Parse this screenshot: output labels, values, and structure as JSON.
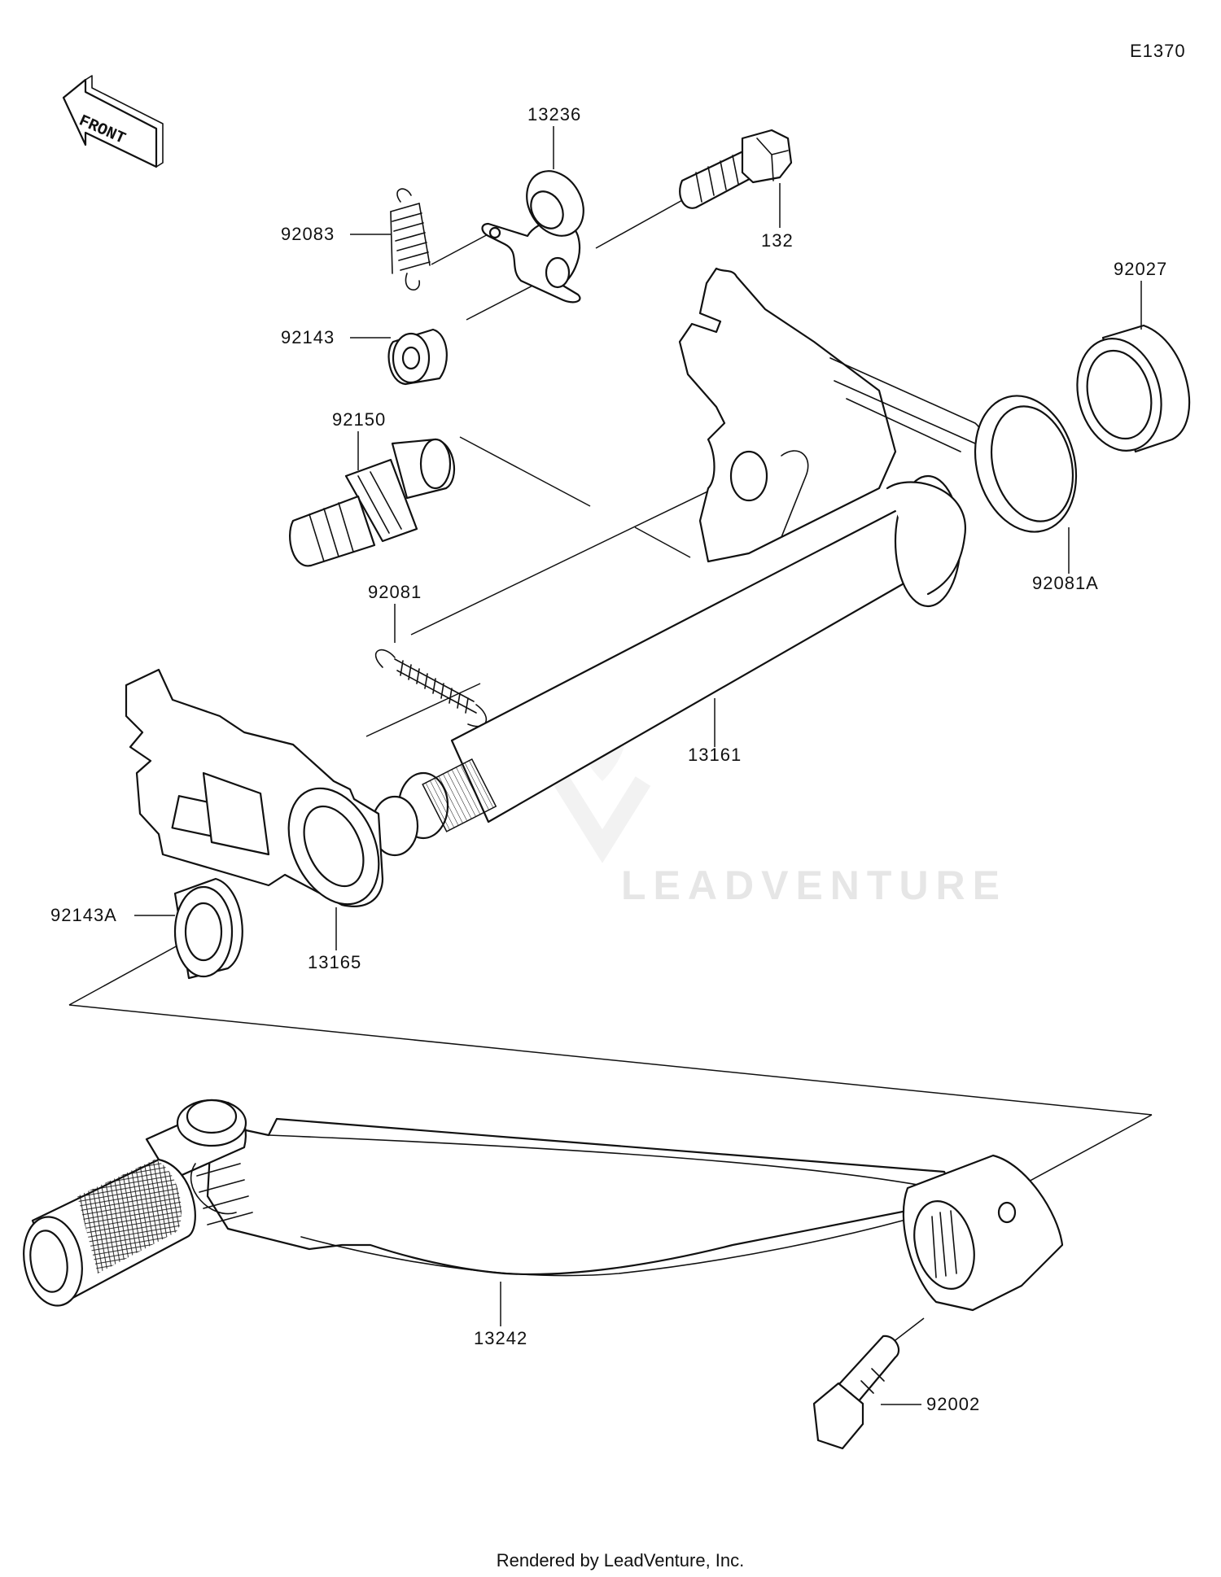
{
  "diagram_id": "E1370",
  "orientation_label": "FRONT",
  "watermark": "LEADVENTURE",
  "footer": "Rendered by LeadVenture, Inc.",
  "parts": [
    {
      "label": "13236"
    },
    {
      "label": "92083"
    },
    {
      "label": "132"
    },
    {
      "label": "92143"
    },
    {
      "label": "92027"
    },
    {
      "label": "92150"
    },
    {
      "label": "92081A"
    },
    {
      "label": "92081"
    },
    {
      "label": "13161"
    },
    {
      "label": "92143A"
    },
    {
      "label": "13165"
    },
    {
      "label": "13242"
    },
    {
      "label": "92002"
    }
  ]
}
